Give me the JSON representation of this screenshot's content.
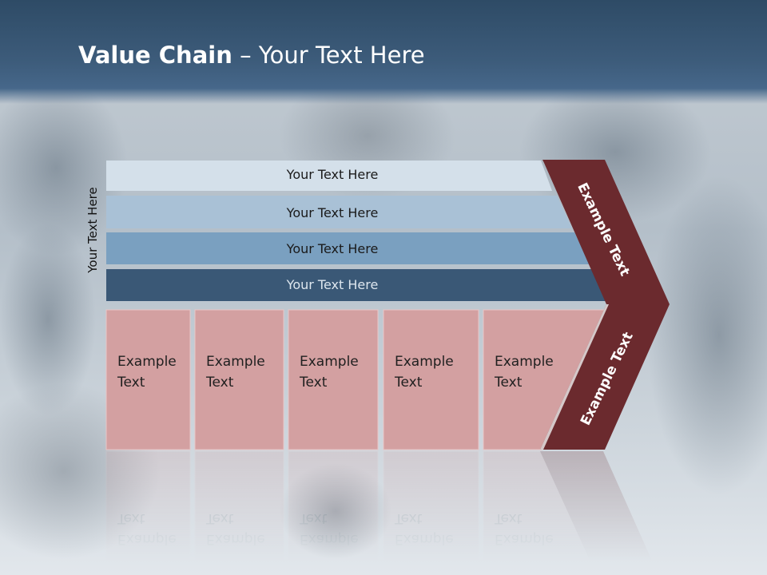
{
  "slide": {
    "title_bold": "Value Chain",
    "title_rest": " – Your Text Here",
    "side_label": "Your Text Here"
  },
  "rows": [
    {
      "label": "Your Text Here",
      "fill": "#d4e0ea",
      "text_color": "#1a1a1a"
    },
    {
      "label": "Your Text Here",
      "fill": "#a9c1d6",
      "text_color": "#1a1a1a"
    },
    {
      "label": "Your Text Here",
      "fill": "#7aa0c0",
      "text_color": "#1a1a1a"
    },
    {
      "label": "Your Text Here",
      "fill": "#3a5876",
      "text_color": "#dde6ee"
    }
  ],
  "cells": [
    {
      "line1": "Example",
      "line2": "Text"
    },
    {
      "line1": "Example",
      "line2": "Text"
    },
    {
      "line1": "Example",
      "line2": "Text"
    },
    {
      "line1": "Example",
      "line2": "Text"
    },
    {
      "line1": "Example",
      "line2": "Text"
    }
  ],
  "chevron": {
    "upper_label": "Example Text",
    "lower_label": "Example Text",
    "fill": "#6b2a2e"
  },
  "colors": {
    "cell_fill": "#d3a0a1",
    "header_dark": "#2e4b66"
  }
}
